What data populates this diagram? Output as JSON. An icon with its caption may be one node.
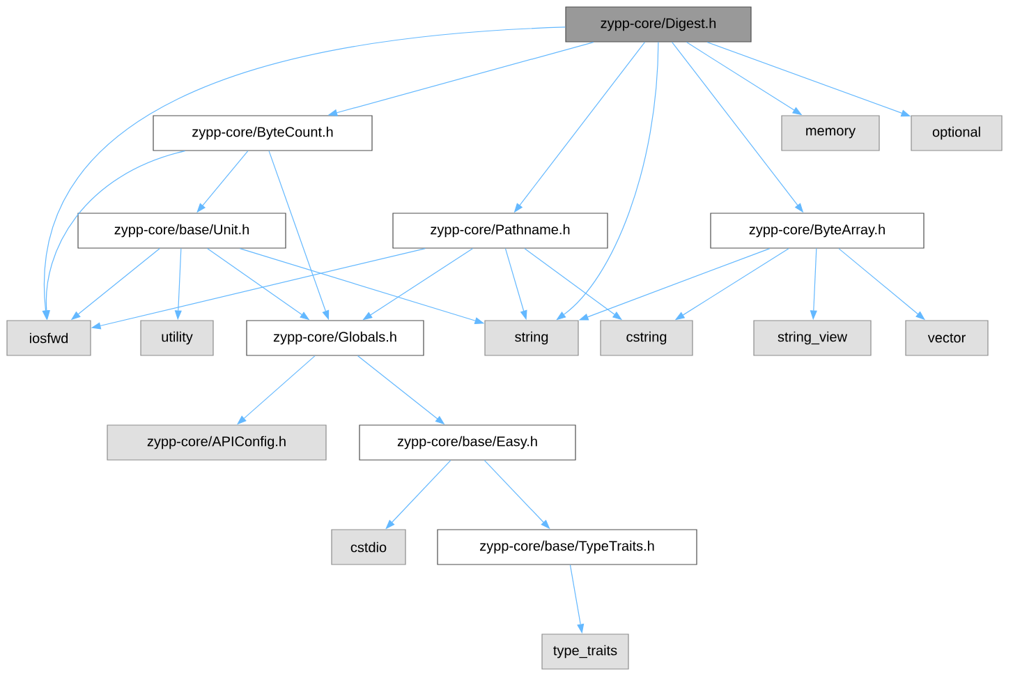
{
  "diagram": {
    "nodes": [
      {
        "text": [
          "zypp-core/Digest.h"
        ]
      },
      {
        "text": [
          "zypp-core/ByteCount.h"
        ]
      },
      {
        "text": [
          "memory"
        ]
      },
      {
        "text": [
          "optional"
        ]
      },
      {
        "text": [
          "zypp-core/base/Unit.h"
        ]
      },
      {
        "text": [
          "zypp-core/Pathname.h"
        ]
      },
      {
        "text": [
          "zypp-core/ByteArray.h"
        ]
      },
      {
        "text": [
          "iosfwd"
        ]
      },
      {
        "text": [
          "utility"
        ]
      },
      {
        "text": [
          "zypp-core/Globals.h"
        ]
      },
      {
        "text": [
          "string"
        ]
      },
      {
        "text": [
          "cstring"
        ]
      },
      {
        "text": [
          "string_view"
        ]
      },
      {
        "text": [
          "vector"
        ]
      },
      {
        "text": [
          "zypp-core/APIConfig.h"
        ]
      },
      {
        "text": [
          "zypp-core/base/Easy.h"
        ]
      },
      {
        "text": [
          "cstdio"
        ]
      },
      {
        "text": [
          "zypp-core/base/TypeTraits.h"
        ]
      },
      {
        "text": [
          "type_traits"
        ]
      }
    ],
    "edges": [
      {
        "from": 0,
        "to": 7,
        "arrow": "to"
      },
      {
        "from": 0,
        "to": 1,
        "arrow": "to"
      },
      {
        "from": 0,
        "to": 5,
        "arrow": "to"
      },
      {
        "from": 0,
        "to": 10,
        "arrow": "to"
      },
      {
        "from": 0,
        "to": 6,
        "arrow": "to"
      },
      {
        "from": 0,
        "to": 2,
        "arrow": "to"
      },
      {
        "from": 0,
        "to": 3,
        "arrow": "to"
      },
      {
        "from": 1,
        "to": 7,
        "arrow": "to"
      },
      {
        "from": 1,
        "to": 4,
        "arrow": "to"
      },
      {
        "from": 1,
        "to": 9,
        "arrow": "to"
      },
      {
        "from": 4,
        "to": 7,
        "arrow": "to"
      },
      {
        "from": 4,
        "to": 8,
        "arrow": "to"
      },
      {
        "from": 4,
        "to": 9,
        "arrow": "to"
      },
      {
        "from": 4,
        "to": 10,
        "arrow": "to"
      },
      {
        "from": 5,
        "to": 7,
        "arrow": "to"
      },
      {
        "from": 5,
        "to": 9,
        "arrow": "to"
      },
      {
        "from": 5,
        "to": 10,
        "arrow": "to"
      },
      {
        "from": 5,
        "to": 11,
        "arrow": "to"
      },
      {
        "from": 6,
        "to": 10,
        "arrow": "to"
      },
      {
        "from": 6,
        "to": 11,
        "arrow": "to"
      },
      {
        "from": 6,
        "to": 12,
        "arrow": "to"
      },
      {
        "from": 6,
        "to": 13,
        "arrow": "to"
      },
      {
        "from": 9,
        "to": 14,
        "arrow": "to"
      },
      {
        "from": 9,
        "to": 15,
        "arrow": "to"
      },
      {
        "from": 15,
        "to": 16,
        "arrow": "to"
      },
      {
        "from": 15,
        "to": 17,
        "arrow": "to"
      },
      {
        "from": 17,
        "to": 18,
        "arrow": "to"
      }
    ]
  }
}
